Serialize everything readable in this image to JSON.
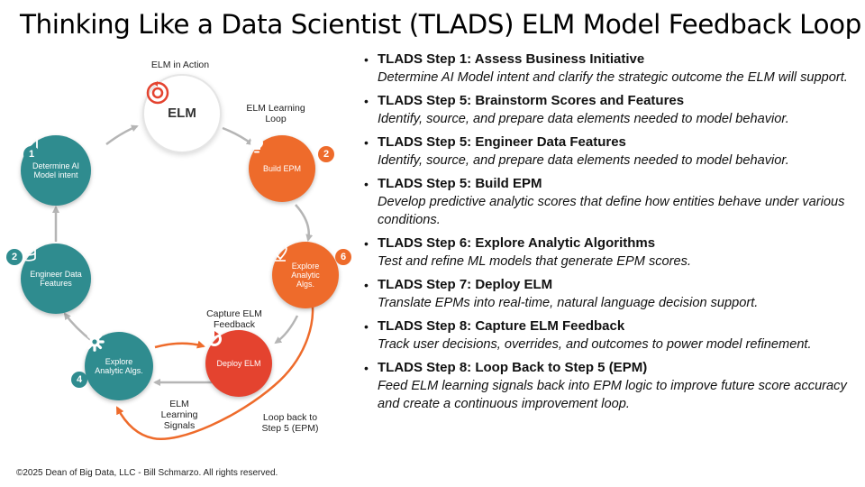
{
  "title": "Thinking Like a Data Scientist (TLADS) ELM Model Feedback Loop",
  "diagram": {
    "labels": {
      "elm_in_action": "ELM in Action",
      "elm_learning_loop": "ELM Learning Loop",
      "capture_elm_feedback": "Capture ELM Feedback",
      "elm_learning_signals": "ELM Learning Signals",
      "loop_back": "Loop back to Step 5 (EPM)"
    },
    "nodes": {
      "elm": {
        "label": "ELM",
        "icon": "refresh-icon"
      },
      "determine": {
        "label": "Determine AI Model intent",
        "badge": "1",
        "icon": "person-card-icon",
        "color": "#2f8c8f"
      },
      "build": {
        "label": "Build EPM",
        "badge": "2",
        "icon": "lightbulb-icon",
        "color": "#ee6b2b"
      },
      "engineer": {
        "label": "Engineer Data Features",
        "badge": "2",
        "icon": "database-icon",
        "color": "#2f8c8f"
      },
      "explore_orange": {
        "label": "Explore Analytic Algs.",
        "badge": "6",
        "icon": "map-pin-icon",
        "color": "#ee6b2b"
      },
      "explore_teal": {
        "label": "Explore Analytic Algs.",
        "badge": "4",
        "icon": "gear-icon",
        "color": "#2f8c8f"
      },
      "deploy": {
        "label": "Deploy ELM",
        "icon": "refresh-icon",
        "color": "#e4432f"
      }
    }
  },
  "steps": [
    {
      "title": "TLADS Step 1: Assess Business Initiative",
      "desc": "Determine AI Model intent and clarify the strategic outcome the ELM will support."
    },
    {
      "title": "TLADS Step 5: Brainstorm Scores and Features",
      "desc": "Identify, source, and prepare data elements needed to model behavior."
    },
    {
      "title": "TLADS Step 5: Engineer Data Features",
      "desc": "Identify, source, and prepare data elements needed to model behavior."
    },
    {
      "title": "TLADS Step 5: Build EPM",
      "desc": "Develop predictive analytic scores that define how entities behave under various conditions."
    },
    {
      "title": "TLADS Step 6: Explore Analytic Algorithms",
      "desc": "Test and refine ML models that generate EPM scores."
    },
    {
      "title": "TLADS Step 7: Deploy ELM",
      "desc": "Translate EPMs into real-time, natural language decision support."
    },
    {
      "title": "TLADS Step 8: Capture ELM Feedback",
      "desc": "Track user decisions, overrides, and outcomes to power model refinement."
    },
    {
      "title": "TLADS Step 8: Loop Back to Step 5 (EPM)",
      "desc": "Feed ELM learning signals back into EPM logic to improve future score accuracy and create a continuous improvement loop."
    }
  ],
  "copyright": "©2025 Dean of Big Data, LLC - Bill Schmarzo. All rights reserved."
}
